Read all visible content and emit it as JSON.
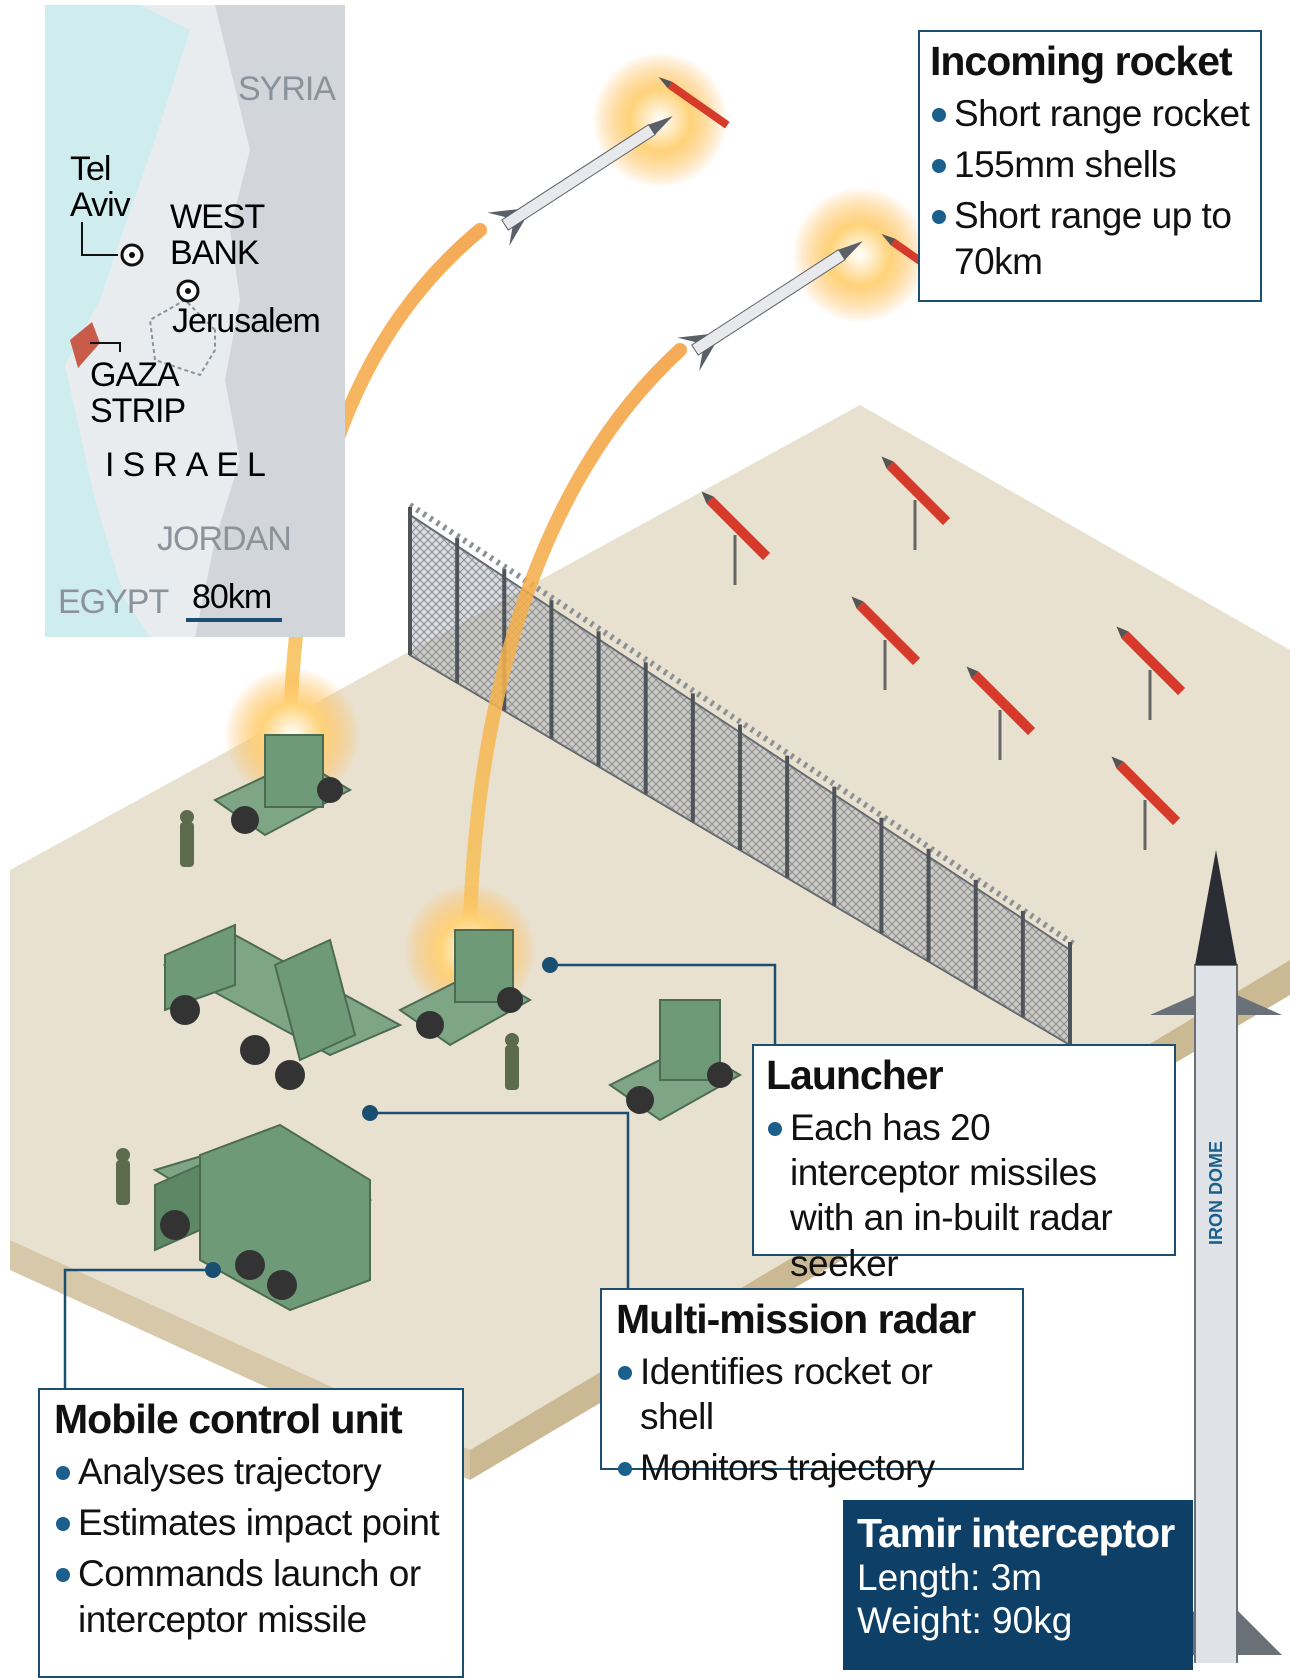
{
  "map": {
    "labels": {
      "syria": "SYRIA",
      "tel_aviv": "Tel\nAviv",
      "west_bank": "WEST\nBANK",
      "jerusalem": "Jerusalem",
      "gaza_strip": "GAZA\nSTRIP",
      "israel": "ISRAEL",
      "jordan": "JORDAN",
      "egypt": "EGYPT",
      "scale": "80km"
    }
  },
  "incoming_rocket": {
    "title": "Incoming rocket",
    "items": [
      "Short range rocket",
      "155mm shells",
      "Short range up to 70km"
    ]
  },
  "launcher": {
    "title": "Launcher",
    "items": [
      "Each has 20 interceptor missiles with an in-built radar seeker"
    ]
  },
  "radar": {
    "title": "Multi-mission radar",
    "items": [
      "Identifies rocket or shell",
      "Monitors trajectory"
    ]
  },
  "control_unit": {
    "title": "Mobile control unit",
    "items": [
      "Analyses trajectory",
      "Estimates impact point",
      "Commands launch or interceptor missile"
    ]
  },
  "tamir": {
    "title": "Tamir interceptor",
    "length": "Length: 3m",
    "weight": "Weight: 90kg",
    "body_text": "IRON DOME"
  },
  "colors": {
    "accent": "#1b4f72",
    "ground": "#ede5d3",
    "vehicle": "#6f9a77",
    "rocket": "#d63a2a",
    "trail": "#f5b041"
  }
}
